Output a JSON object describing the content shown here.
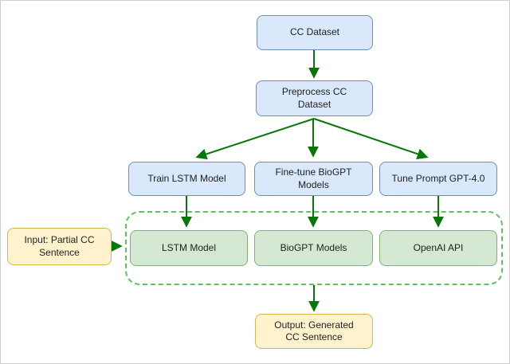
{
  "diagram": {
    "nodes": {
      "cc_dataset": {
        "label": "CC Dataset"
      },
      "preprocess": {
        "label": "Preprocess CC Dataset"
      },
      "train_lstm": {
        "label": "Train LSTM Model"
      },
      "fine_tune_biogpt": {
        "label": "Fine-tune BioGPT Models"
      },
      "tune_prompt_gpt4": {
        "label": "Tune Prompt GPT-4.0"
      },
      "lstm_model": {
        "label": "LSTM Model"
      },
      "biogpt_models": {
        "label": "BioGPT Models"
      },
      "openai_api": {
        "label": "OpenAI API"
      },
      "input": {
        "label": "Input: Partial CC Sentence"
      },
      "output": {
        "label": "Output: Generated CC Sentence"
      }
    },
    "edges": [
      {
        "from": "cc_dataset",
        "to": "preprocess"
      },
      {
        "from": "preprocess",
        "to": "train_lstm"
      },
      {
        "from": "preprocess",
        "to": "fine_tune_biogpt"
      },
      {
        "from": "preprocess",
        "to": "tune_prompt_gpt4"
      },
      {
        "from": "train_lstm",
        "to": "lstm_model"
      },
      {
        "from": "fine_tune_biogpt",
        "to": "biogpt_models"
      },
      {
        "from": "tune_prompt_gpt4",
        "to": "openai_api"
      },
      {
        "from": "input",
        "to": "models_group"
      },
      {
        "from": "models_group",
        "to": "output"
      }
    ],
    "colors": {
      "process_fill": "#dae8fc",
      "process_border": "#6c8ebf",
      "model_fill": "#d5e8d4",
      "model_border": "#82b366",
      "io_fill": "#fff2cc",
      "io_border": "#d6b656",
      "arrow": "#097609",
      "group_border": "#5cc35c"
    }
  }
}
